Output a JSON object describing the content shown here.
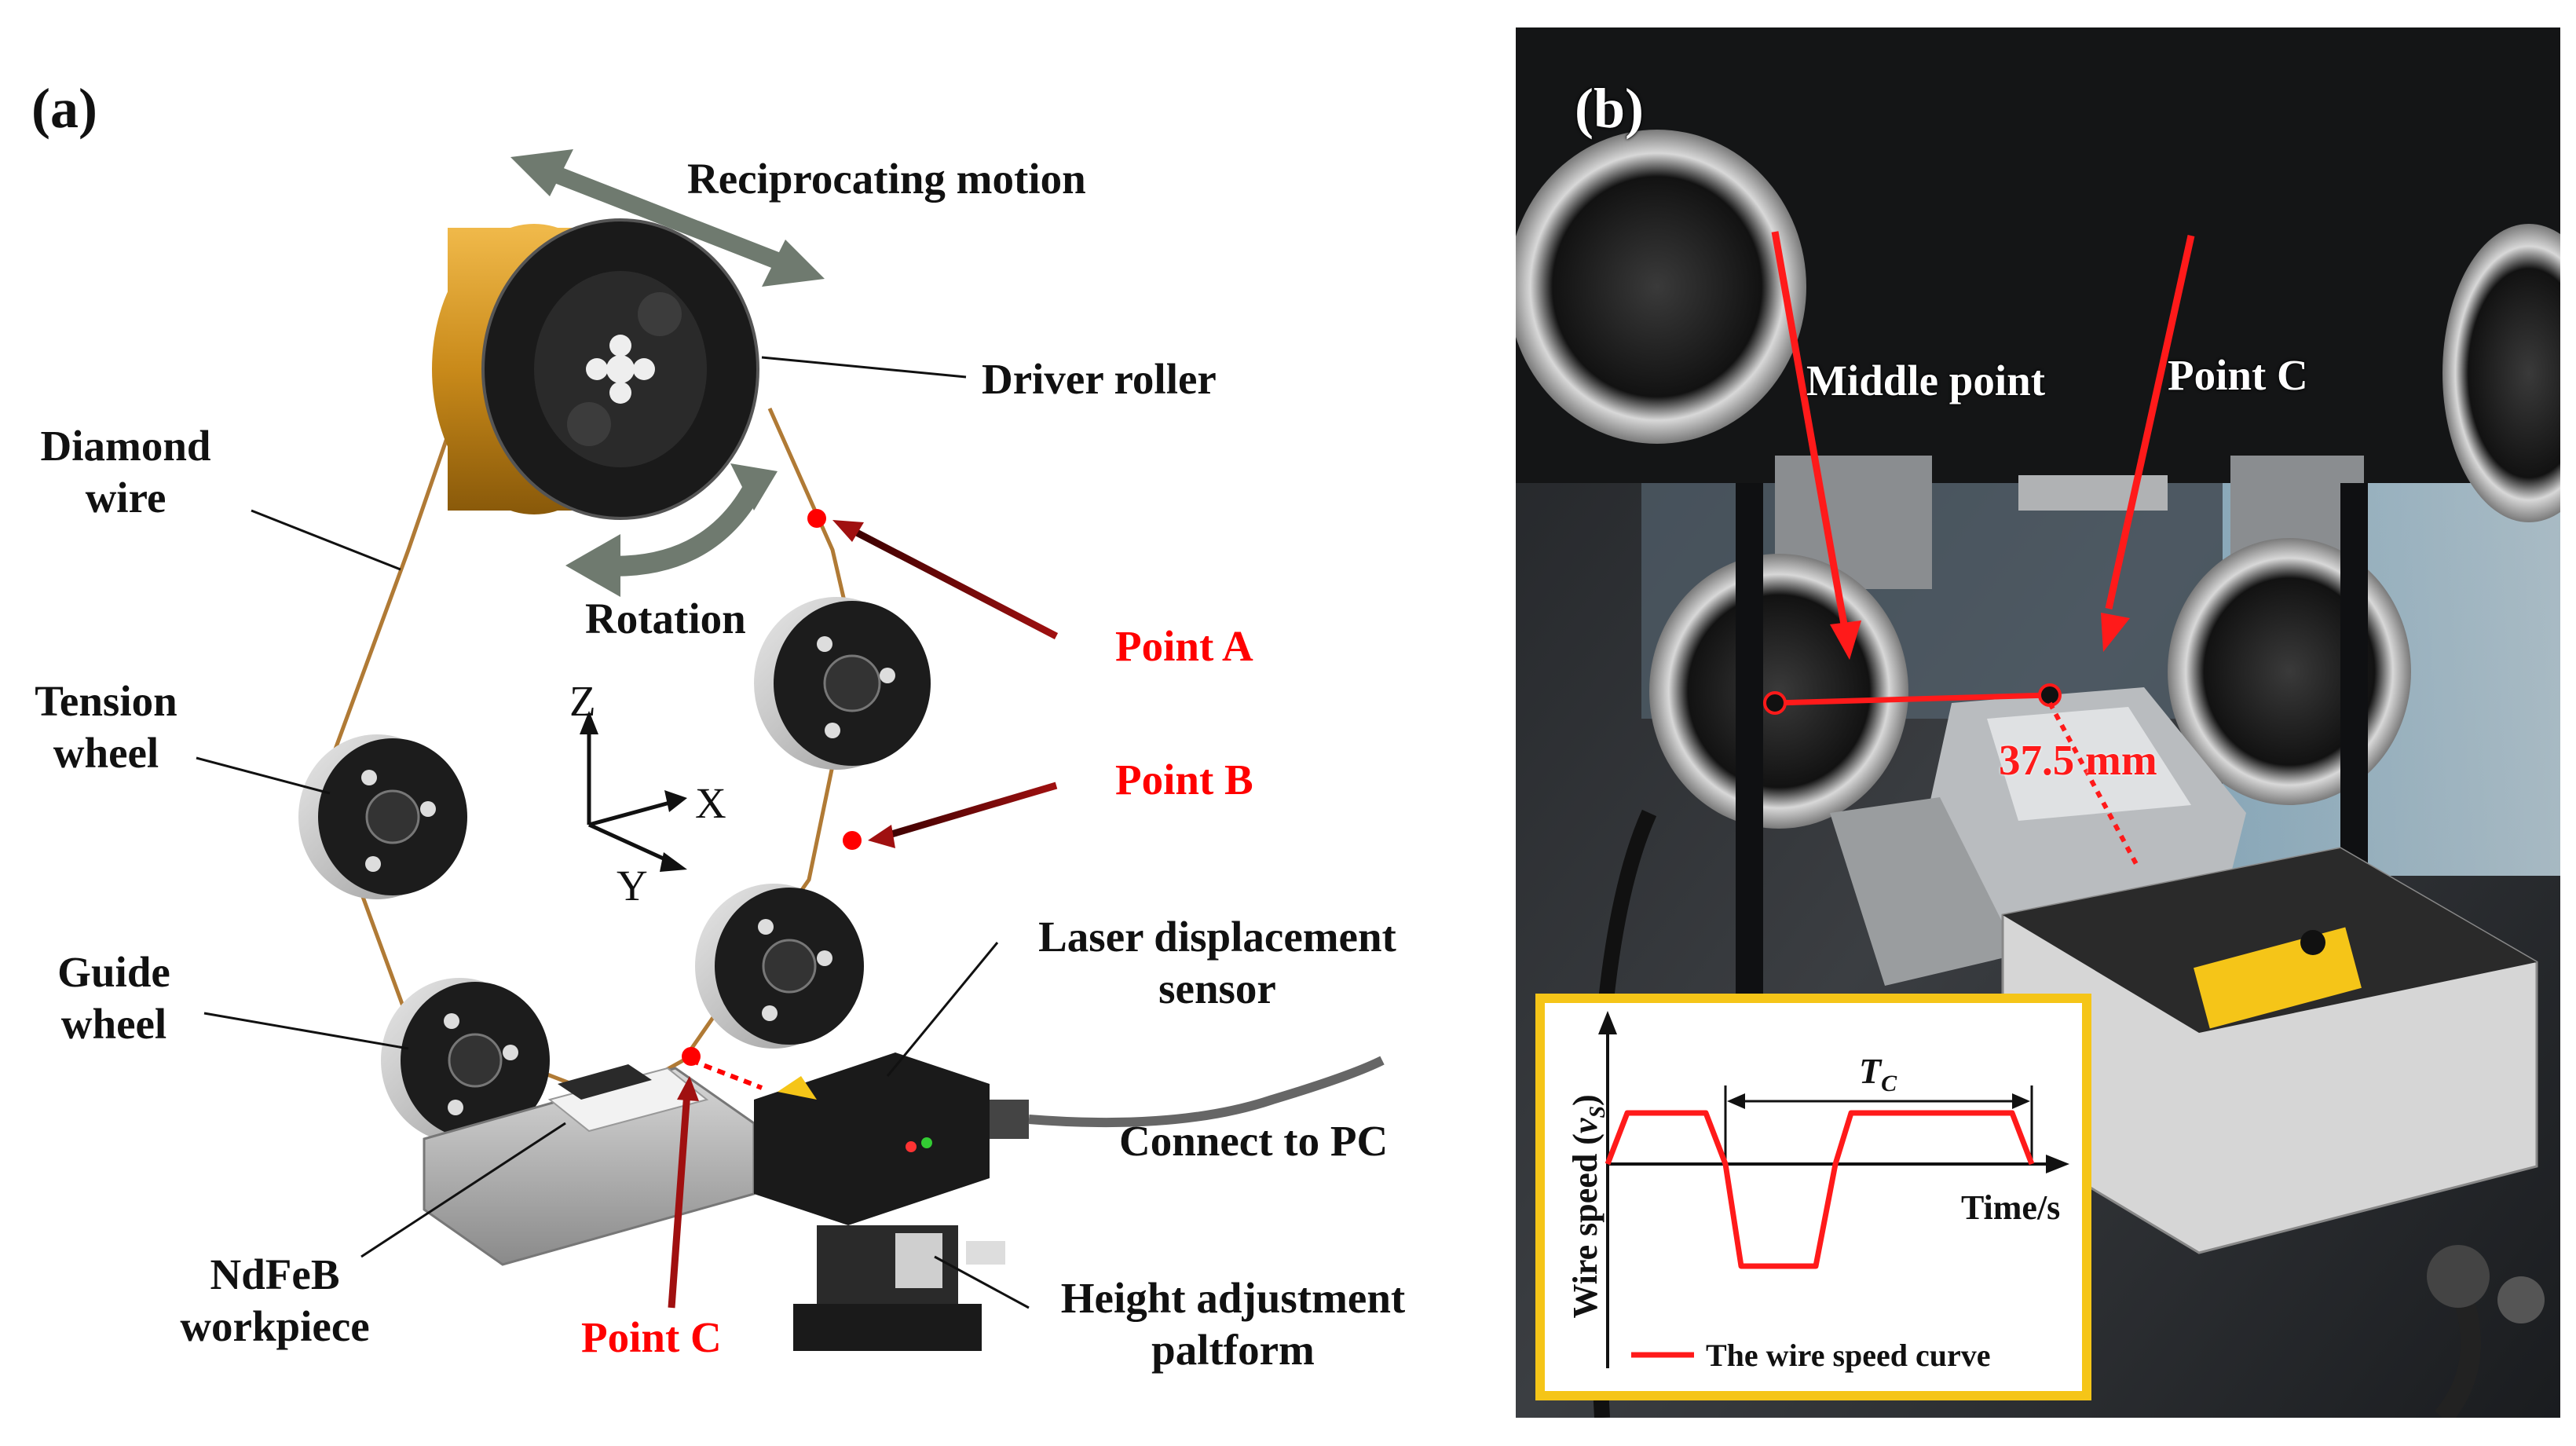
{
  "panel_a": {
    "tag": "(a)",
    "labels": {
      "reciprocating": "Reciprocating motion",
      "driver_roller": "Driver roller",
      "diamond_wire_1": "Diamond",
      "diamond_wire_2": "wire",
      "rotation": "Rotation",
      "point_a": "Point A",
      "point_b": "Point B",
      "point_c": "Point C",
      "tension_1": "Tension",
      "tension_2": "wheel",
      "guide_1": "Guide",
      "guide_2": "wheel",
      "laser_1": "Laser displacement",
      "laser_2": "sensor",
      "connect_pc": "Connect to PC",
      "workpiece_1": "NdFeB",
      "workpiece_2": "workpiece",
      "height_1": "Height adjustment",
      "height_2": "paltform",
      "axis_z": "Z",
      "axis_x": "X",
      "axis_y": "Y"
    }
  },
  "panel_b": {
    "tag": "(b)",
    "labels": {
      "middle_point": "Middle point",
      "point_c": "Point C",
      "distance": "37.5 mm"
    },
    "inset": {
      "ylabel_main": "Wire speed (",
      "ylabel_var": "v",
      "ylabel_sub": "S",
      "ylabel_end": ")",
      "xlabel": "Time/s",
      "period_main": "T",
      "period_sub": "C",
      "legend": "The wire speed curve"
    }
  },
  "colors": {
    "accent_red": "#ff0000",
    "wire": "#b07a35",
    "gold": "#d49a1e",
    "inset_border": "#f5c518"
  }
}
